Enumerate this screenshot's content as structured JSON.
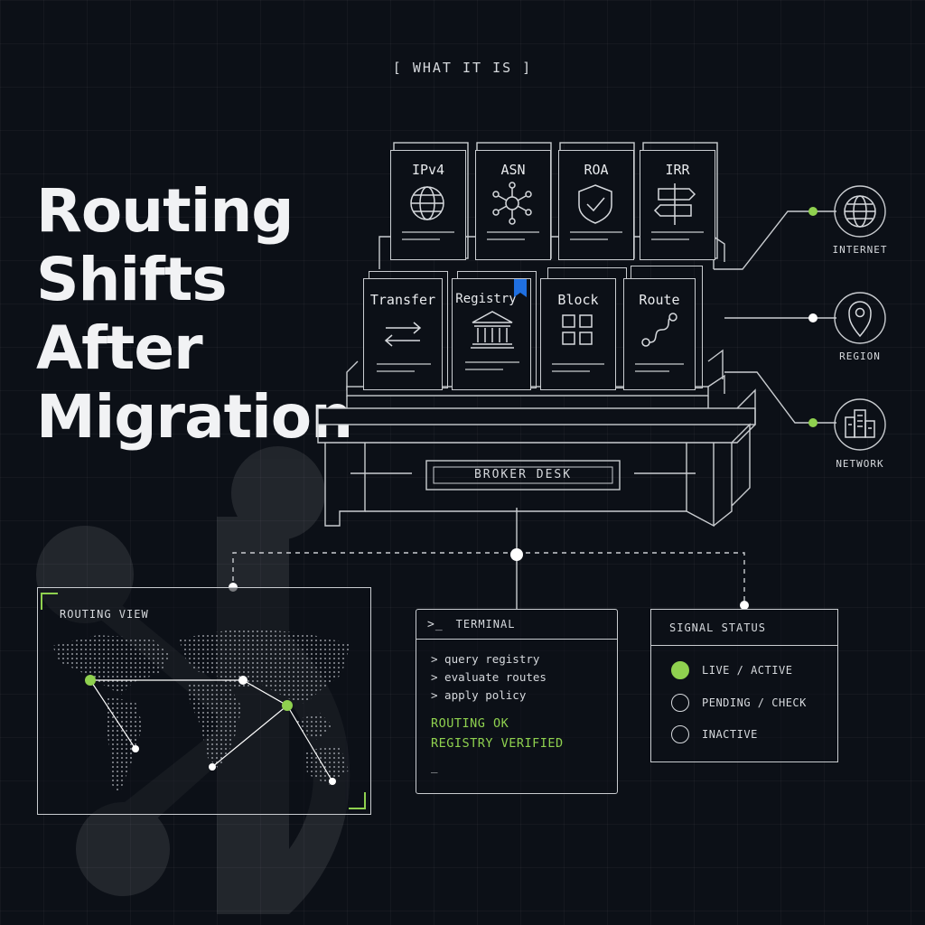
{
  "kicker": "[ WHAT IT IS ]",
  "title": [
    "Routing",
    "Shifts",
    "After",
    "Migration"
  ],
  "cards_top": [
    {
      "label": "IPv4",
      "icon": "globe-icon"
    },
    {
      "label": "ASN",
      "icon": "network-node-icon"
    },
    {
      "label": "ROA",
      "icon": "shield-check-icon"
    },
    {
      "label": "IRR",
      "icon": "signpost-icon"
    }
  ],
  "cards_bottom": [
    {
      "label": "Transfer",
      "icon": "arrows-exchange-icon"
    },
    {
      "label": "Registry",
      "icon": "bank-icon"
    },
    {
      "label": "Block",
      "icon": "grid-blocks-icon"
    },
    {
      "label": "Route",
      "icon": "route-path-icon"
    }
  ],
  "desk_label": "BROKER DESK",
  "hubs": [
    {
      "label": "INTERNET",
      "icon": "globe-icon"
    },
    {
      "label": "REGION",
      "icon": "location-pin-icon"
    },
    {
      "label": "NETWORK",
      "icon": "buildings-icon"
    }
  ],
  "routing_view": {
    "title": "ROUTING VIEW"
  },
  "terminal": {
    "prompt_icon": ">_",
    "title": "TERMINAL",
    "commands": [
      "> query registry",
      "> evaluate routes",
      "> apply policy"
    ],
    "results": [
      "ROUTING OK",
      "REGISTRY VERIFIED"
    ],
    "cursor": "_"
  },
  "signal_status": {
    "title": "SIGNAL STATUS",
    "items": [
      {
        "label": "LIVE / ACTIVE",
        "state": "live"
      },
      {
        "label": "PENDING / CHECK",
        "state": "pending"
      },
      {
        "label": "INACTIVE",
        "state": "inactive"
      }
    ]
  },
  "colors": {
    "accent": "#8fd14f",
    "line": "#c9ccd0",
    "background": "#0c1017",
    "bookmark": "#1f6fe0"
  }
}
